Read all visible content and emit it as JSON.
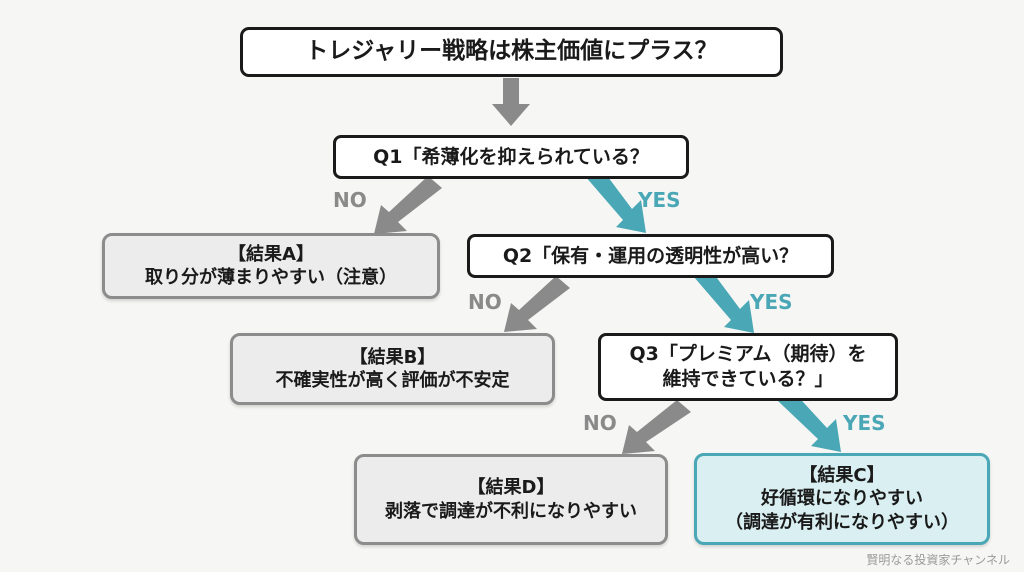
{
  "title": "トレジャリー戦略は株主価値にプラス？",
  "q1": "Q1「希薄化を抑えられている？",
  "q2": "Q2「保有・運用の透明性が高い？",
  "q3": {
    "line1": "Q3「プレミアム（期待）を",
    "line2": "維持できている？」"
  },
  "labels": {
    "no": "NO",
    "yes": "YES"
  },
  "result_a": {
    "heading": "【結果A】",
    "text": "取り分が薄まりやすい（注意）"
  },
  "result_b": {
    "heading": "【結果B】",
    "text": "不確実性が高く評価が不安定"
  },
  "result_c": {
    "heading": "【結果C】",
    "text": "好循環になりやすい",
    "text2": "（調達が有利になりやすい）"
  },
  "result_d": {
    "heading": "【結果D】",
    "text": "剥落で調達が不利になりやすい"
  },
  "watermark": "賢明なる投資家チャンネル",
  "colors": {
    "no": "#8a8a8a",
    "yes": "#4aa7b6"
  }
}
